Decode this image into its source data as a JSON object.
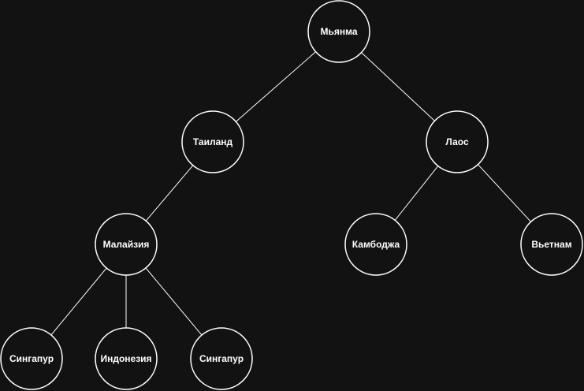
{
  "colors": {
    "background": "#121212",
    "line": "#ffffff",
    "node_fill": "#121212",
    "text": "#ffffff"
  },
  "tree": {
    "nodes": [
      {
        "id": "myanmar",
        "label": "Мьянма"
      },
      {
        "id": "thailand",
        "label": "Таиланд"
      },
      {
        "id": "laos",
        "label": "Лаос"
      },
      {
        "id": "malaysia",
        "label": "Малайзия"
      },
      {
        "id": "cambodia",
        "label": "Камбоджа"
      },
      {
        "id": "vietnam",
        "label": "Вьетнам"
      },
      {
        "id": "singapore-1",
        "label": "Сингапур"
      },
      {
        "id": "indonesia",
        "label": "Индонезия"
      },
      {
        "id": "singapore-2",
        "label": "Сингапур"
      }
    ],
    "edges": [
      {
        "from": "myanmar",
        "to": "thailand"
      },
      {
        "from": "myanmar",
        "to": "laos"
      },
      {
        "from": "thailand",
        "to": "malaysia"
      },
      {
        "from": "laos",
        "to": "cambodia"
      },
      {
        "from": "laos",
        "to": "vietnam"
      },
      {
        "from": "malaysia",
        "to": "singapore-1"
      },
      {
        "from": "malaysia",
        "to": "indonesia"
      },
      {
        "from": "malaysia",
        "to": "singapore-2"
      }
    ]
  }
}
